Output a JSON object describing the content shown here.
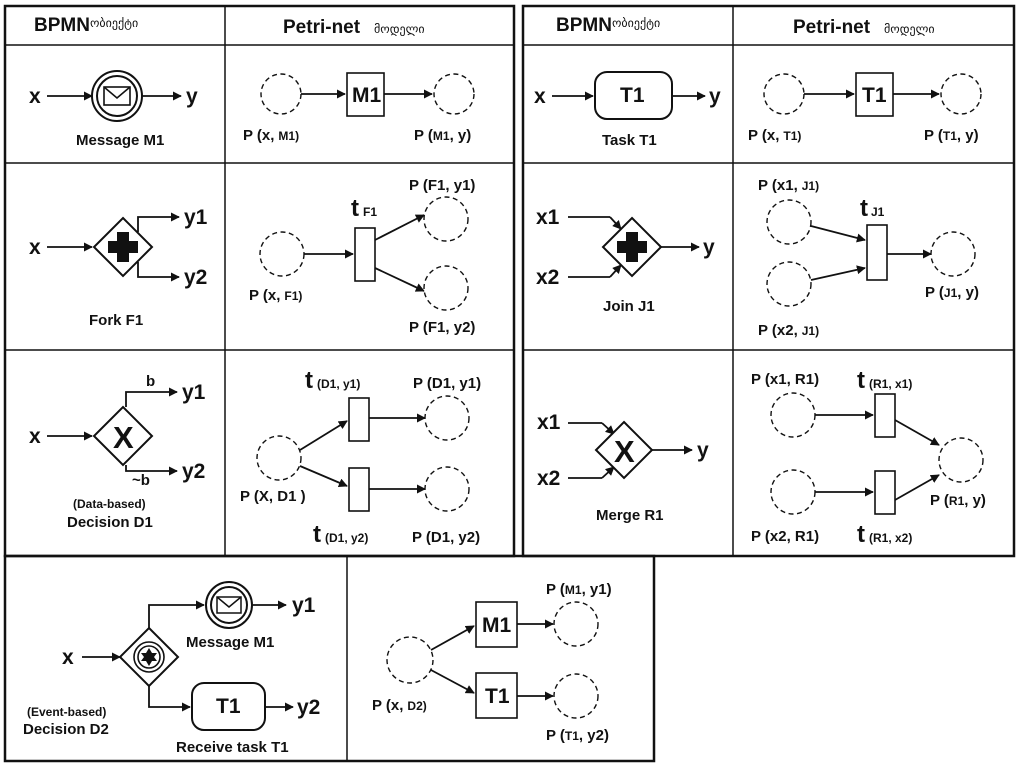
{
  "headers": {
    "bpmn": "BPMN",
    "bpmn_geo": "ობიექტი",
    "petri": "Petri-net",
    "petri_geo": "მოდელი"
  },
  "message_row": {
    "bpmn_caption": "Message  M1",
    "x": "x",
    "y": "y",
    "transition": "M1",
    "place_in_main": "P (x,",
    "place_in_sub": "M1)",
    "place_out_main": "P (",
    "place_out_sub": "M1",
    "place_out_tail": ", y)"
  },
  "task_row": {
    "bpmn_caption": "Task  T1",
    "x": "x",
    "y": "y",
    "task": "T1",
    "transition": "T1",
    "place_in_main": "P (x,",
    "place_in_sub": "T1)",
    "place_out_main": "P (",
    "place_out_sub": "T1",
    "place_out_tail": ", y)"
  },
  "fork_row": {
    "bpmn_caption": "Fork  F1",
    "x": "x",
    "y1": "y1",
    "y2": "y2",
    "t": "t",
    "t_sub": "F1",
    "place_in_main": "P (x,",
    "place_in_sub": "F1)",
    "place_out1": "P (F1, y1)",
    "place_out2": "P (F1, y2)"
  },
  "join_row": {
    "bpmn_caption": "Join  J1",
    "x1": "x1",
    "x2": "x2",
    "y": "y",
    "t": "t",
    "t_sub": "J1",
    "place_in1_main": "P (x1,",
    "place_in1_sub": "J1)",
    "place_in2_main": "P (x2,",
    "place_in2_sub": "J1)",
    "place_out_main": "P (",
    "place_out_sub": "J1",
    "place_out_tail": ", y)"
  },
  "decision_row": {
    "bpmn_caption1": "(Data-based)",
    "bpmn_caption2": "Decision  D1",
    "x": "x",
    "y1": "y1",
    "y2": "y2",
    "b": "b",
    "not_b": "~b",
    "gateway_mark": "X",
    "t": "t",
    "t1_sub": "(D1, y1)",
    "t2_sub": "(D1, y2)",
    "place_in": "P (X, D1 )",
    "place_out1": "P (D1, y1)",
    "place_out2": "P (D1, y2)"
  },
  "merge_row": {
    "bpmn_caption": "Merge  R1",
    "x1": "x1",
    "x2": "x2",
    "y": "y",
    "gateway_mark": "X",
    "t": "t",
    "t1_sub": "(R1, x1)",
    "t2_sub": "(R1, x2)",
    "place_in1": "P (x1, R1)",
    "place_in2": "P (x2, R1)",
    "place_out_main": "P (",
    "place_out_sub": "R1",
    "place_out_tail": ", y)"
  },
  "event_row": {
    "x": "x",
    "y1": "y1",
    "y2": "y2",
    "message_caption": "Message M1",
    "task": "T1",
    "task_caption": "Receive task T1",
    "caption1": "(Event-based)",
    "caption2": "Decision  D2",
    "transition_m": "M1",
    "transition_t": "T1",
    "place_in_main": "P (x,",
    "place_in_sub": "D2)",
    "place_out1_main": "P (",
    "place_out1_sub": "M1",
    "place_out1_tail": ", y1)",
    "place_out2_main": "P (",
    "place_out2_sub": "T1",
    "place_out2_tail": ", y2)"
  },
  "colors": {
    "ink": "#111111",
    "background": "#ffffff"
  }
}
